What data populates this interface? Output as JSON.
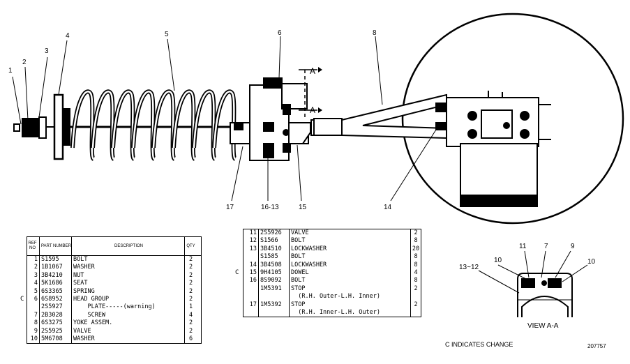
{
  "callouts": {
    "c1": "1",
    "c2": "2",
    "c3": "3",
    "c4": "4",
    "c5": "5",
    "c6": "6",
    "c8": "8",
    "c17": "17",
    "c16_13": "16·13",
    "c15": "15",
    "c14": "14",
    "view_a_top": "A",
    "view_a_bottom": "A",
    "v10a": "10",
    "v11": "11",
    "v7": "7",
    "v9": "9",
    "v10b": "10",
    "v13_12": "13~12"
  },
  "view_label": "VIEW A-A",
  "change_note": "C INDICATES CHANGE",
  "figure_number": "207757",
  "table1": {
    "headers": {
      "ref": "REF NO",
      "part": "PART NUMBER",
      "desc": "DESCRIPTION",
      "qty": "QTY"
    },
    "rows": [
      {
        "mark": "",
        "ref": "1",
        "part": "S1595",
        "desc": "BOLT",
        "qty": "2"
      },
      {
        "mark": "",
        "ref": "2",
        "part": "1B1067",
        "desc": "WASHER",
        "qty": "2"
      },
      {
        "mark": "",
        "ref": "3",
        "part": "3B4210",
        "desc": "NUT",
        "qty": "2"
      },
      {
        "mark": "",
        "ref": "4",
        "part": "5K1686",
        "desc": "SEAT",
        "qty": "2"
      },
      {
        "mark": "",
        "ref": "5",
        "part": "6S3365",
        "desc": "SPRING",
        "qty": "2"
      },
      {
        "mark": "C",
        "ref": "6",
        "part": "6S8952",
        "desc": "HEAD GROUP",
        "qty": "2"
      },
      {
        "mark": "",
        "ref": "",
        "part": "2S5927",
        "desc": "    PLATE-----(warning)",
        "qty": "1"
      },
      {
        "mark": "",
        "ref": "7",
        "part": "2B3028",
        "desc": "    SCREW",
        "qty": "4"
      },
      {
        "mark": "",
        "ref": "8",
        "part": "6S3275",
        "desc": "YOKE ASSEM.",
        "qty": "2"
      },
      {
        "mark": "",
        "ref": "9",
        "part": "2S5925",
        "desc": "VALVE",
        "qty": "2"
      },
      {
        "mark": "",
        "ref": "10",
        "part": "5M6708",
        "desc": "WASHER",
        "qty": "6"
      }
    ]
  },
  "table2": {
    "rows": [
      {
        "mark": "",
        "ref": "11",
        "part": "2S5926",
        "desc": "VALVE",
        "qty": "2"
      },
      {
        "mark": "",
        "ref": "12",
        "part": "S1566",
        "desc": "BOLT",
        "qty": "8"
      },
      {
        "mark": "",
        "ref": "13",
        "part": "3B4510",
        "desc": "LOCKWASHER",
        "qty": "20"
      },
      {
        "mark": "",
        "ref": "",
        "part": "S1585",
        "desc": "BOLT",
        "qty": "8"
      },
      {
        "mark": "",
        "ref": "14",
        "part": "3B4508",
        "desc": "LOCKWASHER",
        "qty": "8"
      },
      {
        "mark": "C",
        "ref": "15",
        "part": "9H4105",
        "desc": "DOWEL",
        "qty": "4"
      },
      {
        "mark": "",
        "ref": "16",
        "part": "8S9092",
        "desc": "BOLT",
        "qty": "8"
      },
      {
        "mark": "",
        "ref": "",
        "part": "1M5391",
        "desc": "STOP",
        "qty": "2"
      },
      {
        "mark": "",
        "ref": "",
        "part": "",
        "desc": "  (R.H. Outer-L.H. Inner)",
        "qty": ""
      },
      {
        "mark": "",
        "ref": "17",
        "part": "1M5392",
        "desc": "STOP",
        "qty": "2"
      },
      {
        "mark": "",
        "ref": "",
        "part": "",
        "desc": "  (R.H. Inner-L.H. Outer)",
        "qty": ""
      }
    ]
  }
}
